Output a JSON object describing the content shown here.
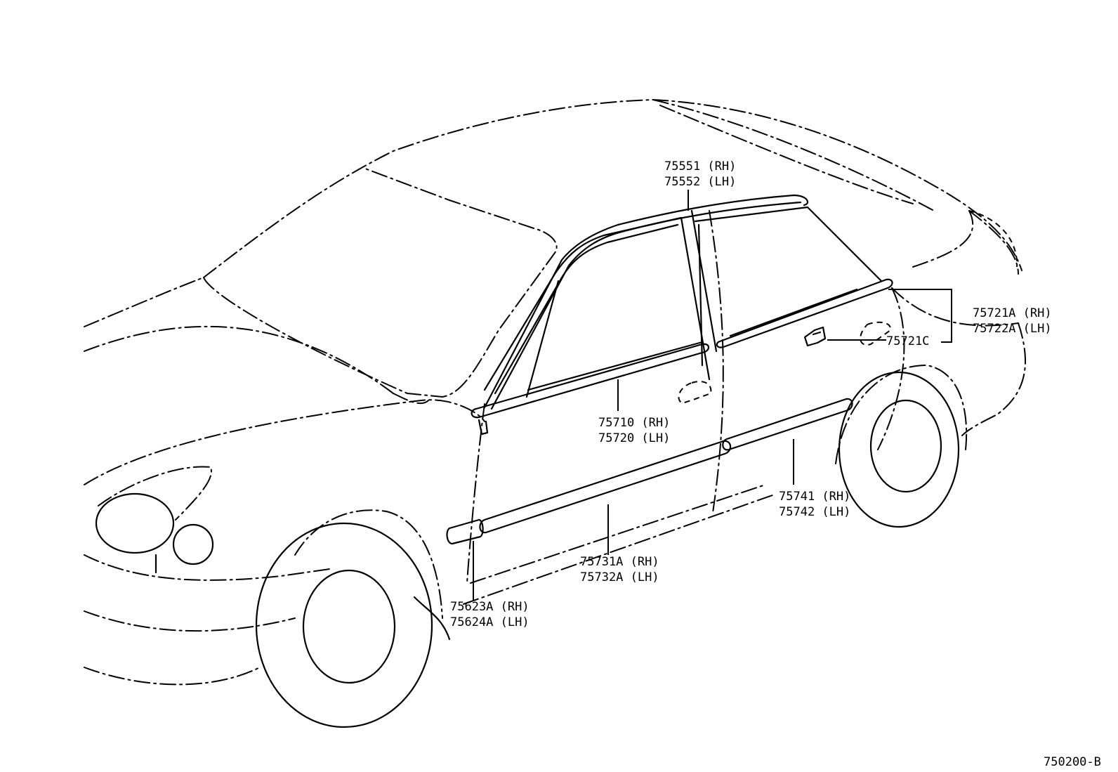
{
  "parts": {
    "roof_molding": {
      "rh": "75551 (RH)",
      "lh": "75552 (LH)"
    },
    "front_belt_molding": {
      "rh": "75710 (RH)",
      "lh": "75720 (LH)"
    },
    "rear_belt_molding": {
      "rh": "75721A (RH)",
      "lh": "75722A (LH)"
    },
    "rear_belt_clip": {
      "code": "75721C"
    },
    "rear_door_side_molding": {
      "rh": "75741 (RH)",
      "lh": "75742 (LH)"
    },
    "front_door_side_molding": {
      "rh": "75731A (RH)",
      "lh": "75732A (LH)"
    },
    "fender_molding": {
      "rh": "75623A (RH)",
      "lh": "75624A (LH)"
    }
  },
  "diagram_ref": "750200-B"
}
